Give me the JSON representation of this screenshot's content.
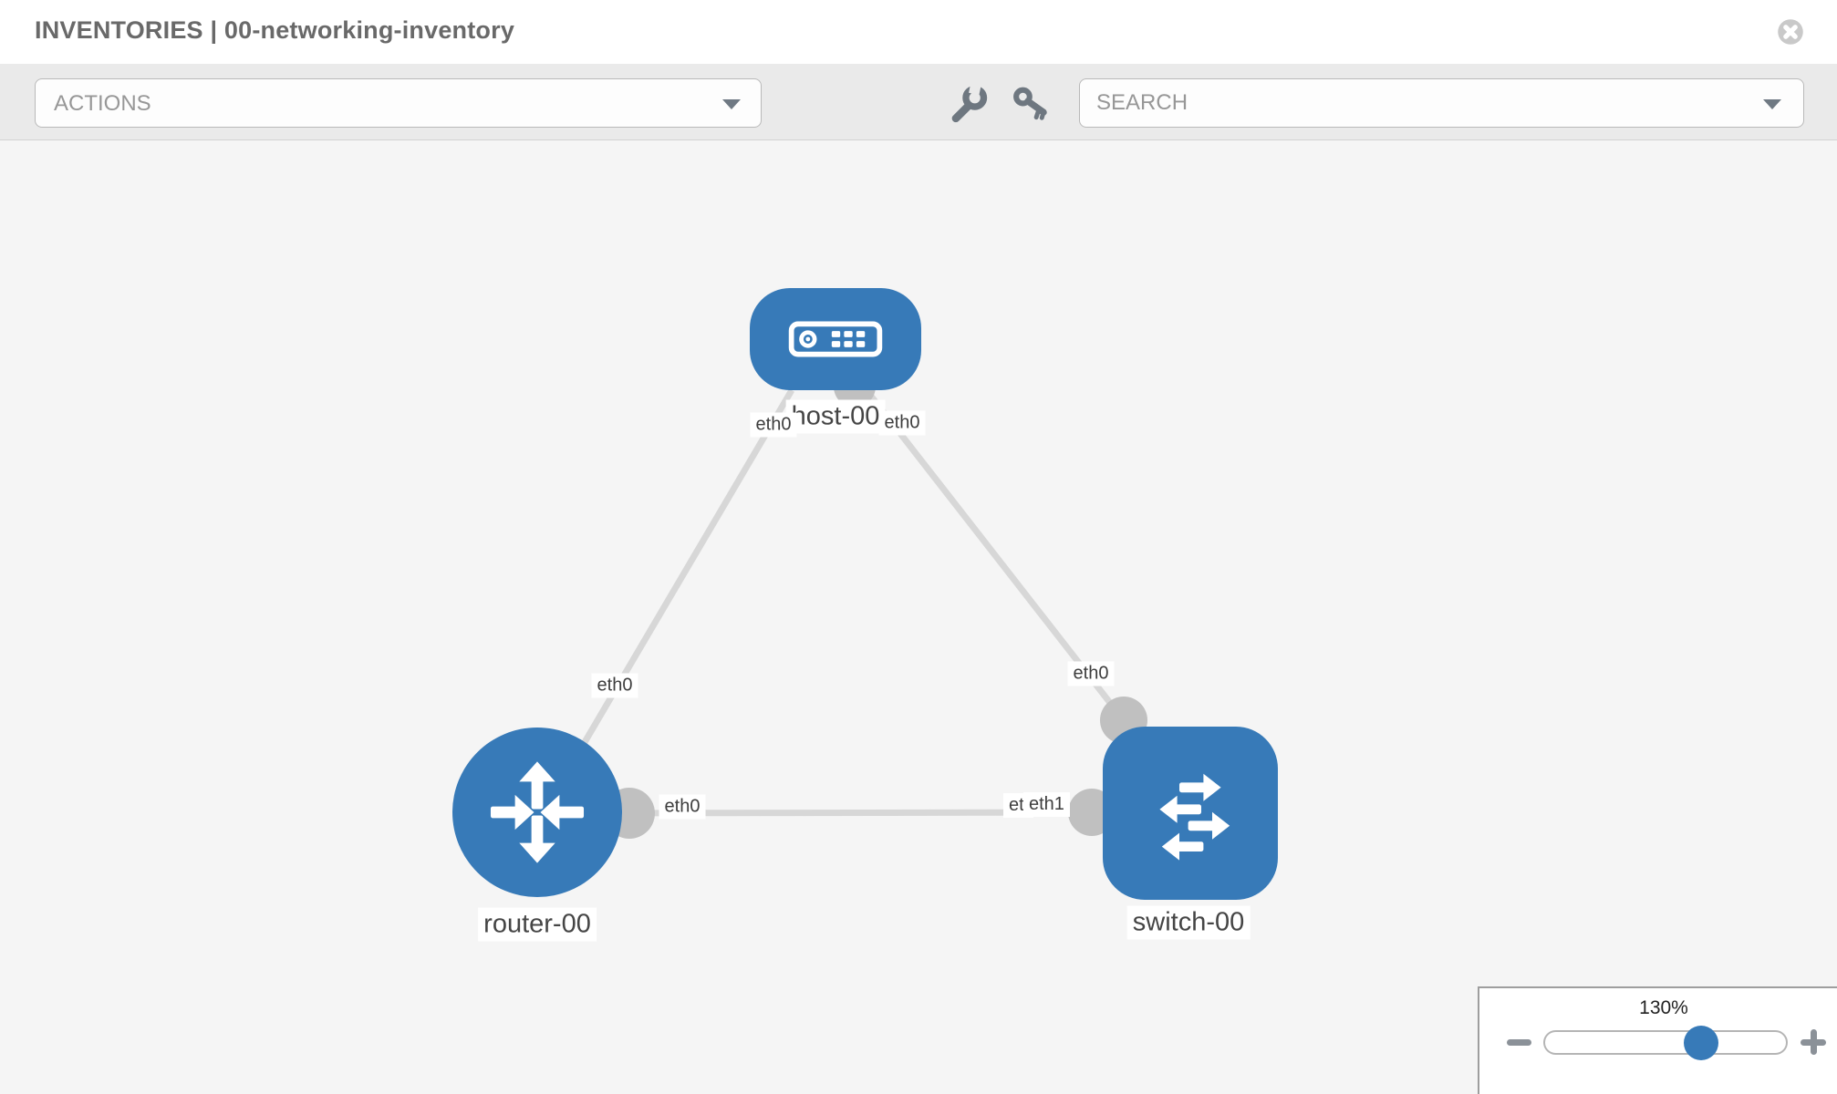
{
  "header": {
    "title": "INVENTORIES | 00-networking-inventory"
  },
  "toolbar": {
    "actions": {
      "label": "ACTIONS",
      "expanded": false
    },
    "tools": [
      {
        "icon": "wrench-icon"
      },
      {
        "icon": "key-icon"
      }
    ],
    "search": {
      "placeholder": "SEARCH",
      "value": ""
    }
  },
  "diagram": {
    "nodes": [
      {
        "name": "host-00",
        "type": "host",
        "icon": "host-icon"
      },
      {
        "name": "router-00",
        "type": "router",
        "icon": "router-icon"
      },
      {
        "name": "switch-00",
        "type": "switch",
        "icon": "switch-icon"
      }
    ],
    "links": [
      {
        "source": "host-00",
        "target": "router-00",
        "source_interface": "eth0",
        "target_interface": "eth0"
      },
      {
        "source": "host-00",
        "target": "switch-00",
        "source_interface": "eth0",
        "target_interface": "eth0"
      },
      {
        "source": "router-00",
        "target": "switch-00",
        "source_interface": "eth0",
        "target_interface": "eth1",
        "occluded_label_text": "etl"
      }
    ]
  },
  "zoom": {
    "level": "130%"
  },
  "colors": {
    "node_blue": "#377ab8",
    "link_gray": "#d7d7d7",
    "endpoint_gray": "#c0c0c0",
    "canvas_bg": "#f5f5f5",
    "toolbar_bg": "#eaeaea"
  }
}
